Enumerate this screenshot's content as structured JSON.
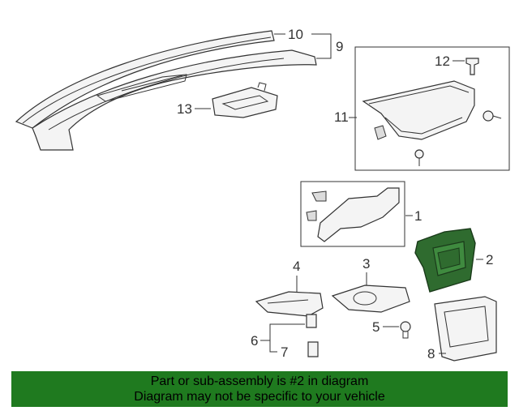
{
  "callouts": {
    "p1": "1",
    "p2": "2",
    "p3": "3",
    "p4": "4",
    "p5": "5",
    "p6": "6",
    "p7": "7",
    "p8": "8",
    "p9": "9",
    "p10": "10",
    "p11": "11",
    "p12": "12",
    "p13": "13"
  },
  "highlighted_part": "2",
  "colors": {
    "highlight": "#2f6b2f",
    "banner": "#1f7a1f"
  },
  "banner": {
    "line1": "Part or sub-assembly is #2 in diagram",
    "line2": "Diagram may not be specific to your vehicle"
  }
}
